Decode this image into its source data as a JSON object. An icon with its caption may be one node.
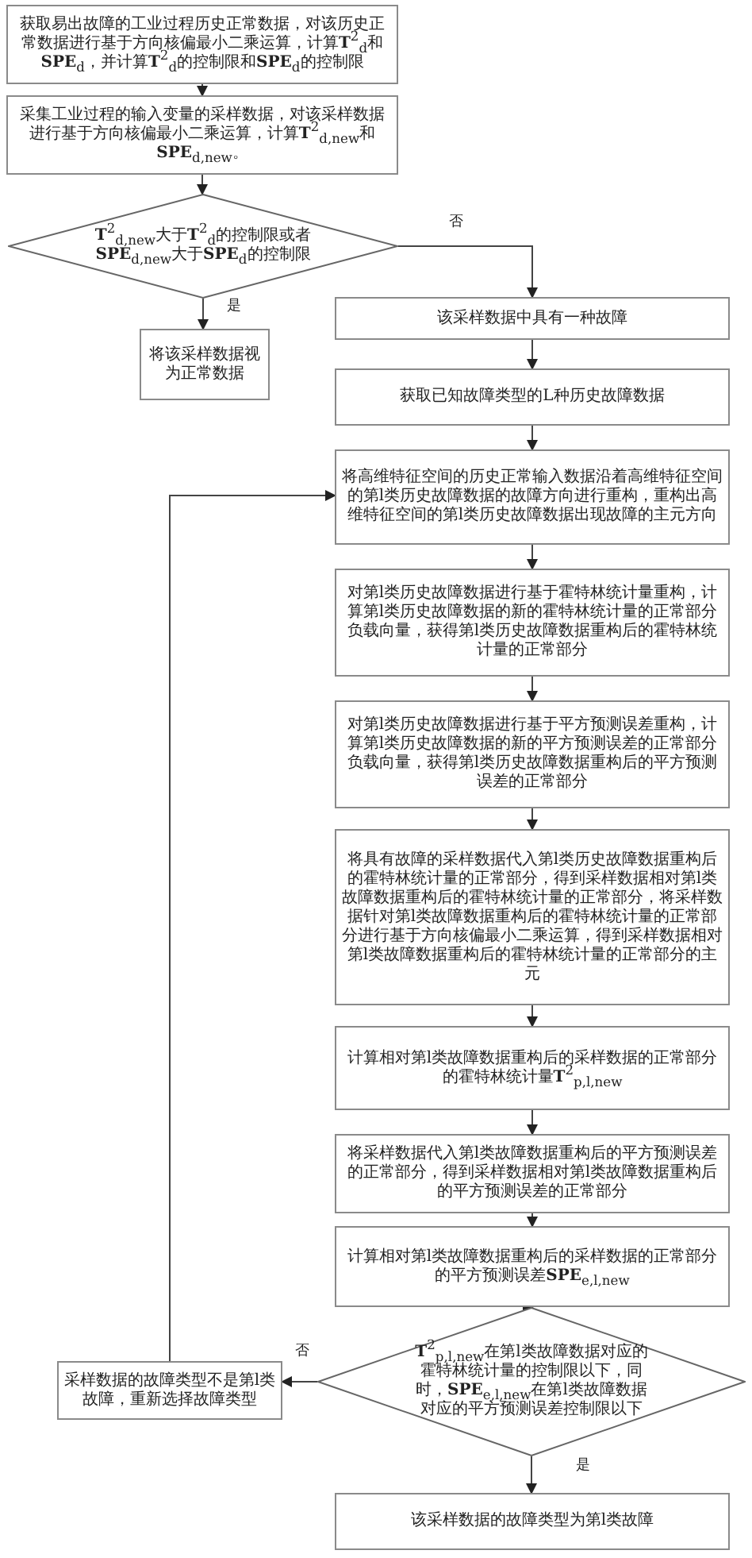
{
  "diagram": {
    "nodes": [
      {
        "text": [
          "获取易出故障的工业过程历史正常数据，对该历史正常数据进行基于方向核偏最小二乘运算，计算**T**$^{2}$$_{d}$和**SPE**$_{d}$，并计算**T**$^{2}$$_{d}$的控制限和**SPE**$_{d}$的控制限"
        ]
      },
      {
        "text": [
          "采集工业过程的输入变量的采样数据，对该采样数据进行基于方向核偏最小二乘运算，计算**T**$^{2}$$_{d,new}$和**SPE**$_{d,new}$。"
        ]
      },
      {
        "text": [
          "**T**$^{2}$$_{d,new}$大于**T**$^{2}$$_{d}$的控制限或者**SPE**$_{d,new}$大于**SPE**$_{d}$的控制限"
        ]
      },
      {
        "text": [
          "将该采样数据视为正常数据"
        ]
      },
      {
        "text": [
          "该采样数据中具有一种故障"
        ]
      },
      {
        "text": [
          "获取已知故障类型的L种历史故障数据"
        ]
      },
      {
        "text": [
          "将高维特征空间的历史正常输入数据沿着高维特征空间的第l类历史故障数据的故障方向进行重构，重构出高维特征空间的第l类历史故障数据出现故障的主元方向"
        ]
      },
      {
        "text": [
          "对第l类历史故障数据进行基于霍特林统计量重构，计算第l类历史故障数据的新的霍特林统计量的正常部分负载向量，获得第l类历史故障数据重构后的霍特林统计量的正常部分"
        ]
      },
      {
        "text": [
          "对第l类历史故障数据进行基于平方预测误差重构，计算第l类历史故障数据的新的平方预测误差的正常部分负载向量，获得第l类历史故障数据重构后的平方预测误差的正常部分"
        ]
      },
      {
        "text": [
          "将具有故障的采样数据代入第l类历史故障数据重构后的霍特林统计量的正常部分，得到采样数据相对第l类故障数据重构后的霍特林统计量的正常部分，将采样数据针对第l类故障数据重构后的霍特林统计量的正常部分进行基于方向核偏最小二乘运算，得到采样数据相对第l类故障数据重构后的霍特林统计量的正常部分的主元"
        ]
      },
      {
        "text": [
          "计算相对第l类故障数据重构后的采样数据的正常部分的霍特林统计量**T**$^{2}$$_{p,l,new}$"
        ]
      },
      {
        "text": [
          "将采样数据代入第l类故障数据重构后的平方预测误差的正常部分，得到采样数据相对第l类故障数据重构后的平方预测误差的正常部分"
        ]
      },
      {
        "text": [
          "计算相对第l类故障数据重构后的采样数据的正常部分的平方预测误差**SPE**$_{e,l,new}$"
        ]
      },
      {
        "text": [
          "**T**$^{2}$$_{p,l,new}$在第l类故障数据对应的霍特林统计量的控制限以下，同时，**SPE**$_{e,l,new}$在第l类故障数据对应的平方预测误差控制限以下"
        ]
      },
      {
        "text": [
          "采样数据的故障类型不是第l类故障，重新选择故障类型"
        ]
      },
      {
        "text": [
          "该采样数据的故障类型为第l类故障"
        ]
      }
    ],
    "edges": [
      {
        "from": 0,
        "to": 1,
        "arrow": "to"
      },
      {
        "from": 1,
        "to": 2,
        "arrow": "to"
      },
      {
        "from": 2,
        "to": 3,
        "arrow": "to",
        "label": "是"
      },
      {
        "from": 2,
        "to": 4,
        "arrow": "to",
        "label": "否"
      },
      {
        "from": 4,
        "to": 5,
        "arrow": "to"
      },
      {
        "from": 5,
        "to": 6,
        "arrow": "to"
      },
      {
        "from": 6,
        "to": 7,
        "arrow": "to"
      },
      {
        "from": 7,
        "to": 8,
        "arrow": "to"
      },
      {
        "from": 8,
        "to": 9,
        "arrow": "to"
      },
      {
        "from": 9,
        "to": 10,
        "arrow": "to"
      },
      {
        "from": 10,
        "to": 11,
        "arrow": "to"
      },
      {
        "from": 11,
        "to": 12,
        "arrow": "to"
      },
      {
        "from": 12,
        "to": 13,
        "arrow": "to"
      },
      {
        "from": 13,
        "to": 15,
        "arrow": "to",
        "label": "是"
      },
      {
        "from": 13,
        "to": 14,
        "arrow": "to",
        "label": "否"
      },
      {
        "from": 14,
        "to": 6,
        "arrow": "to"
      }
    ]
  }
}
